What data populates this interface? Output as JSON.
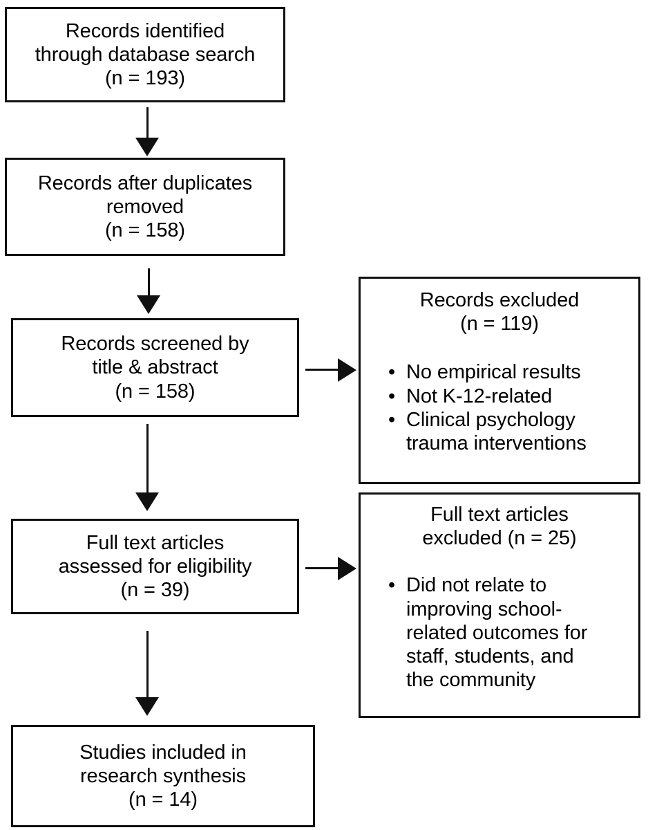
{
  "diagram": {
    "type": "prisma-flow-diagram",
    "title": "",
    "background_color": "#ffffff",
    "line_color": "#101010",
    "text_color": "#000000"
  },
  "nodes": {
    "identified": {
      "id": "records-identified",
      "lines": [
        "Records identified",
        "through database search",
        "(n = 193)"
      ],
      "count_label": "(n = 193)",
      "count": 193
    },
    "after_duplicates": {
      "id": "records-after-duplicates",
      "lines": [
        "Records after duplicates",
        "removed",
        "(n = 158)"
      ],
      "count_label": "(n = 158)",
      "count": 158
    },
    "screened": {
      "id": "records-screened",
      "lines": [
        "Records screened by",
        "title & abstract",
        "(n = 158)"
      ],
      "count_label": "(n = 158)",
      "count": 158
    },
    "records_excluded": {
      "id": "records-excluded",
      "heading_lines": [
        "Records excluded",
        "(n = 119)"
      ],
      "count_label": "(n = 119)",
      "count": 119,
      "bullet_marker": "•",
      "bullets": [
        [
          "No empirical results"
        ],
        [
          "Not K-12-related"
        ],
        [
          "Clinical psychology",
          "trauma interventions"
        ]
      ]
    },
    "full_text_assessed": {
      "id": "full-text-assessed",
      "lines": [
        "Full text articles",
        "assessed for eligibility",
        "(n = 39)"
      ],
      "count_label": "(n = 39)",
      "count": 39
    },
    "full_text_excluded": {
      "id": "full-text-excluded",
      "heading_lines": [
        "Full text articles",
        "excluded (n = 25)"
      ],
      "count_label": "(n = 25)",
      "count": 25,
      "bullet_marker": "•",
      "bullets": [
        [
          "Did not relate to",
          "improving school-",
          "related outcomes for",
          "staff, students, and",
          "the community"
        ]
      ]
    },
    "included": {
      "id": "studies-included",
      "lines": [
        "Studies included in",
        "research synthesis",
        "(n = 14)"
      ],
      "count_label": "(n = 14)",
      "count": 14
    }
  },
  "connectors": [
    {
      "name": "arrow-identified-to-after-duplicates",
      "direction": "down"
    },
    {
      "name": "arrow-after-duplicates-to-screened",
      "direction": "down"
    },
    {
      "name": "arrow-screened-to-records-excluded",
      "direction": "right"
    },
    {
      "name": "arrow-screened-to-full-text-assessed",
      "direction": "down"
    },
    {
      "name": "arrow-full-text-assessed-to-full-text-excluded",
      "direction": "right"
    },
    {
      "name": "arrow-full-text-assessed-to-included",
      "direction": "down"
    }
  ]
}
